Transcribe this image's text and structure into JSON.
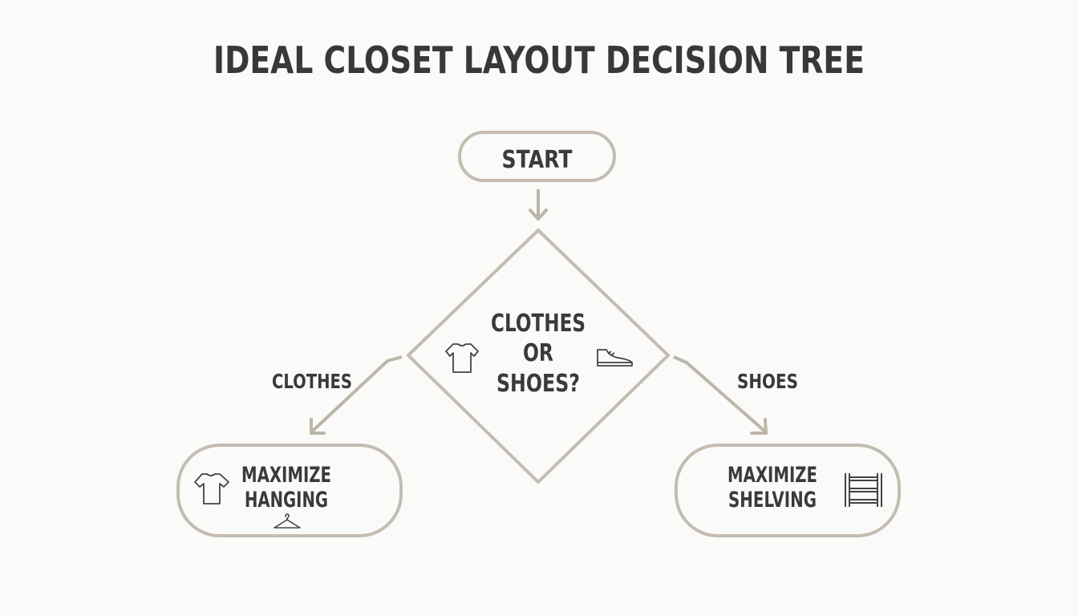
{
  "title": "IDEAL CLOSET LAYOUT DECISION TREE",
  "colors": {
    "background": "#fafaf9",
    "stroke": "#bdb5a8",
    "text": "#3a3a3a"
  },
  "nodes": {
    "start": {
      "label": "START"
    },
    "decision": {
      "lines": [
        "CLOTHES",
        "OR",
        "SHOES?"
      ],
      "icons": [
        "tshirt-icon",
        "shoe-icon"
      ]
    },
    "left_result": {
      "lines": [
        "MAXIMIZE",
        "HANGING"
      ],
      "icons": [
        "tshirt-icon",
        "hanger-icon"
      ]
    },
    "right_result": {
      "lines": [
        "MAXIMIZE",
        "SHELVING"
      ],
      "icons": [
        "shelving-icon"
      ]
    }
  },
  "edges": {
    "left_label": "CLOTHES",
    "right_label": "SHOES"
  }
}
